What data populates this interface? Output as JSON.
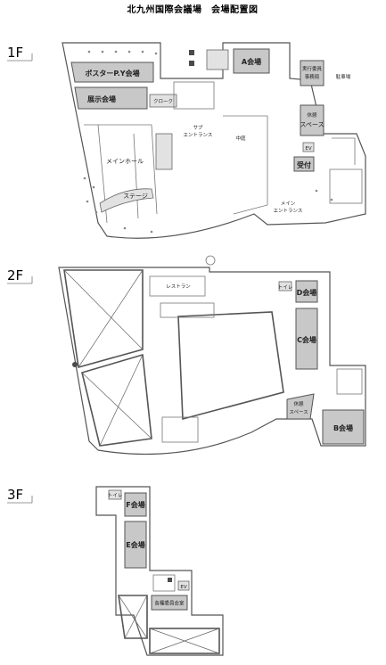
{
  "title": "北九州国際会議場　会場配置図",
  "floors": {
    "f1": {
      "label": "1F",
      "rooms": {
        "poster": "ポスターP.Y会場",
        "exhibit": "展示会場",
        "cloak": "クローク",
        "a_hall": "A会場",
        "office_1": "実行委員",
        "office_2": "事務局",
        "parking": "駐車場",
        "sub_entrance_1": "サブ",
        "sub_entrance_2": "エントランス",
        "courtyard": "中庭",
        "main_hall": "メインホール",
        "stage": "ステージ",
        "lounge_1": "休憩",
        "lounge_2": "スペース",
        "reception": "受付",
        "ev": "EV",
        "main_entrance_1": "メイン",
        "main_entrance_2": "エントランス"
      }
    },
    "f2": {
      "label": "2F",
      "rooms": {
        "restaurant": "レストラン",
        "toilet": "トイレ",
        "d_hall": "D会場",
        "c_hall": "C会場",
        "lounge_1": "休憩",
        "lounge_2": "スペース",
        "b_hall": "B会場"
      }
    },
    "f3": {
      "label": "3F",
      "rooms": {
        "toilet": "トイレ",
        "f_hall": "F会場",
        "e_hall": "E会場",
        "ev": "EV",
        "speaker_room": "各種委員会室"
      }
    }
  }
}
